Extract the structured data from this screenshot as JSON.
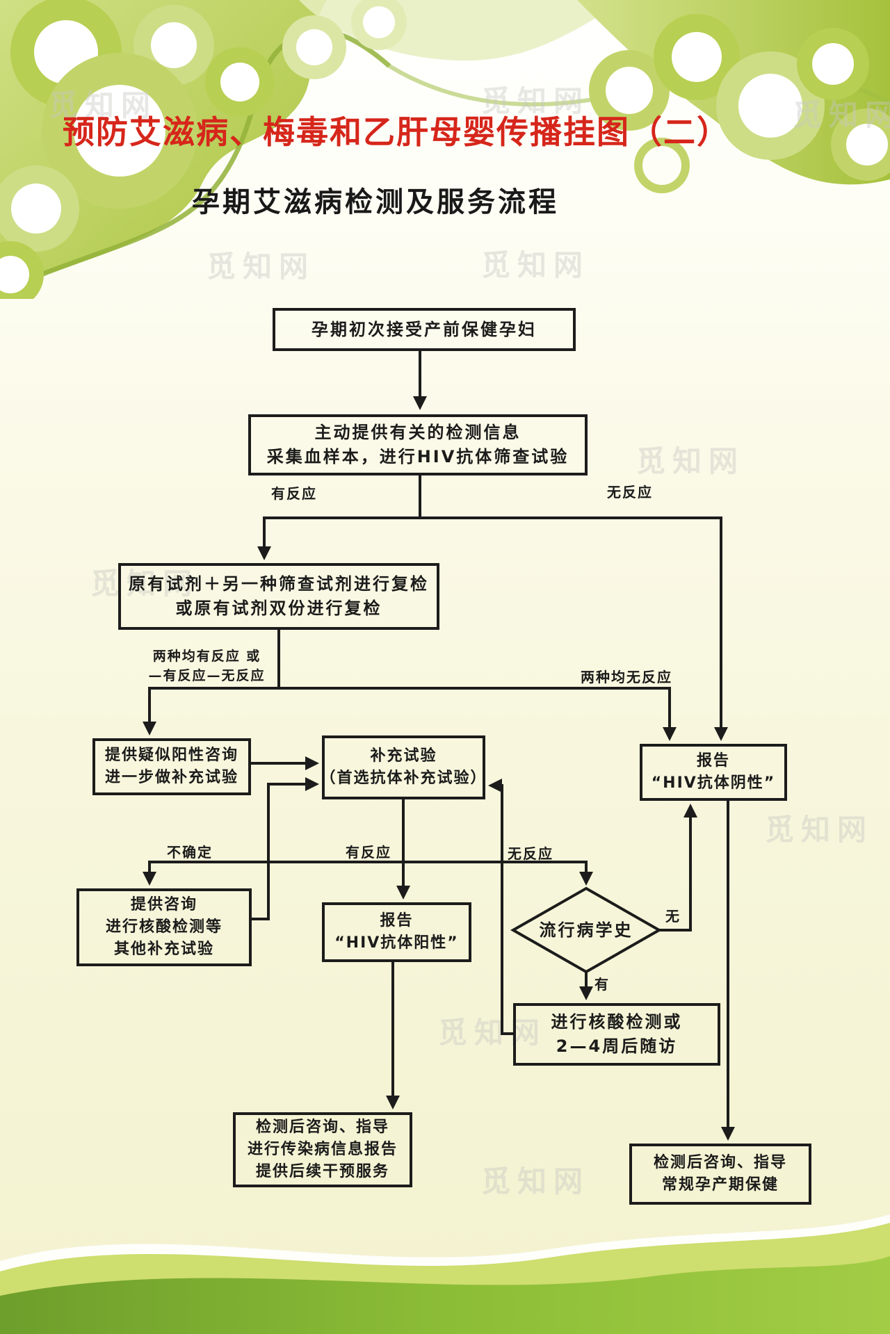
{
  "poster": {
    "title": "预防艾滋病、梅毒和乙肝母婴传播挂图（二）",
    "subtitle": "孕期艾滋病检测及服务流程",
    "watermark": "觅知网"
  },
  "colors": {
    "title_red": "#d6261b",
    "decor_green": "#aec83f",
    "decor_green_dark": "#6e9e2b",
    "line_black": "#1c1c1c",
    "background_cream": "#f8f7de"
  },
  "flowchart": {
    "nodes": {
      "initial": {
        "lines": [
          "孕期初次接受产前保健孕妇"
        ]
      },
      "screening": {
        "lines": [
          "主动提供有关的检测信息",
          "采集血样本，进行HIV抗体筛查试验"
        ]
      },
      "recheck": {
        "lines": [
          "原有试剂＋另一种筛查试剂进行复检",
          "或原有试剂双份进行复检"
        ]
      },
      "suspect_counsel": {
        "lines": [
          "提供疑似阳性咨询",
          "进一步做补充试验"
        ]
      },
      "supplementary": {
        "lines": [
          "补充试验",
          "（首选抗体补充试验）"
        ]
      },
      "report_negative": {
        "lines": [
          "报告",
          "“HIV抗体阴性”"
        ]
      },
      "counsel_nat": {
        "lines": [
          "提供咨询",
          "进行核酸检测等",
          "其他补充试验"
        ]
      },
      "report_positive": {
        "lines": [
          "报告",
          "“HIV抗体阳性”"
        ]
      },
      "epi_history": {
        "lines": [
          "流行病学史"
        ]
      },
      "nat_followup": {
        "lines": [
          "进行核酸检测或",
          "2—4周后随访"
        ]
      },
      "post_positive": {
        "lines": [
          "检测后咨询、指导",
          "进行传染病信息报告",
          "提供后续干预服务"
        ]
      },
      "post_negative": {
        "lines": [
          "检测后咨询、指导",
          "常规孕产期保健"
        ]
      }
    },
    "edges": {
      "screen_reactive": "有反应",
      "screen_nonreactive": "无反应",
      "recheck_reactive_line1": "两种均有反应 或",
      "recheck_reactive_line2": "—有反应—无反应",
      "recheck_nonreactive": "两种均无反应",
      "supp_uncertain": "不确定",
      "supp_reactive": "有反应",
      "supp_nonreactive": "无反应",
      "epi_no": "无",
      "epi_yes": "有"
    }
  }
}
